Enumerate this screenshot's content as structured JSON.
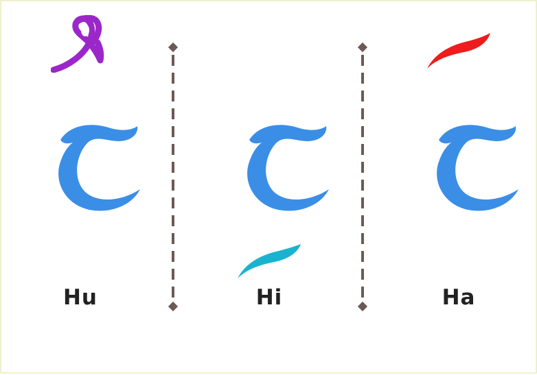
{
  "columns": [
    {
      "label": "Hu",
      "vowel_mark": "dhammah",
      "mark_color": "#9b27c9"
    },
    {
      "label": "Hi",
      "vowel_mark": "kasrah",
      "mark_color": "#1ab3cf"
    },
    {
      "label": "Ha",
      "vowel_mark": "fathah",
      "mark_color": "#ee1c1c"
    }
  ],
  "letter_color": "#3a8ee6",
  "divider_color": "#6b5a55",
  "icons": {
    "letter": "hah-letter-icon",
    "dhammah": "dhammah-mark-icon",
    "kasrah": "kasrah-mark-icon",
    "fathah": "fathah-mark-icon",
    "divider": "dashed-divider-icon"
  }
}
